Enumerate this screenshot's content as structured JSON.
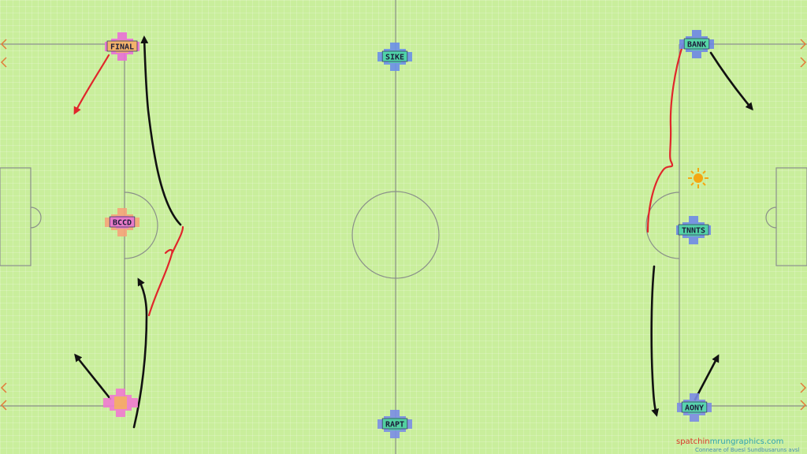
{
  "players": [
    {
      "key": "left-top",
      "label": "FINAL",
      "fill": "#e96fd6",
      "accent": "#f3b36b"
    },
    {
      "key": "left-mid",
      "label": "BCCD",
      "fill": "#f5a37a",
      "accent": "#e87ac8"
    },
    {
      "key": "left-bottom",
      "label": "",
      "fill": "#f07ad0",
      "accent": "#f6b35c"
    },
    {
      "key": "center-top",
      "label": "SIKE",
      "fill": "#6a8fe8",
      "accent": "#4fd4a8"
    },
    {
      "key": "center-bottom",
      "label": "RAPT",
      "fill": "#7a8de6",
      "accent": "#52d0a0"
    },
    {
      "key": "right-top",
      "label": "BANK",
      "fill": "#6d86e4",
      "accent": "#56d6a6"
    },
    {
      "key": "right-mid",
      "label": "TNNTS",
      "fill": "#6e8ae6",
      "accent": "#53d2a8"
    },
    {
      "key": "right-bottom",
      "label": "AONY",
      "fill": "#7b8be4",
      "accent": "#58d4ae"
    }
  ],
  "watermark": {
    "line1_a": "spatchin",
    "line1_b": "mrungraphics.com",
    "line2": "Conneare of Buesl Sundbusaruns avsl"
  },
  "colors": {
    "pitch": "#c9ee9c",
    "line": "#8a8f8a",
    "arrow_black": "#111111",
    "arrow_red": "#e0262b",
    "ball": "#f4a712",
    "watermark_red": "#d9362b",
    "watermark_teal": "#2fa3b0"
  }
}
